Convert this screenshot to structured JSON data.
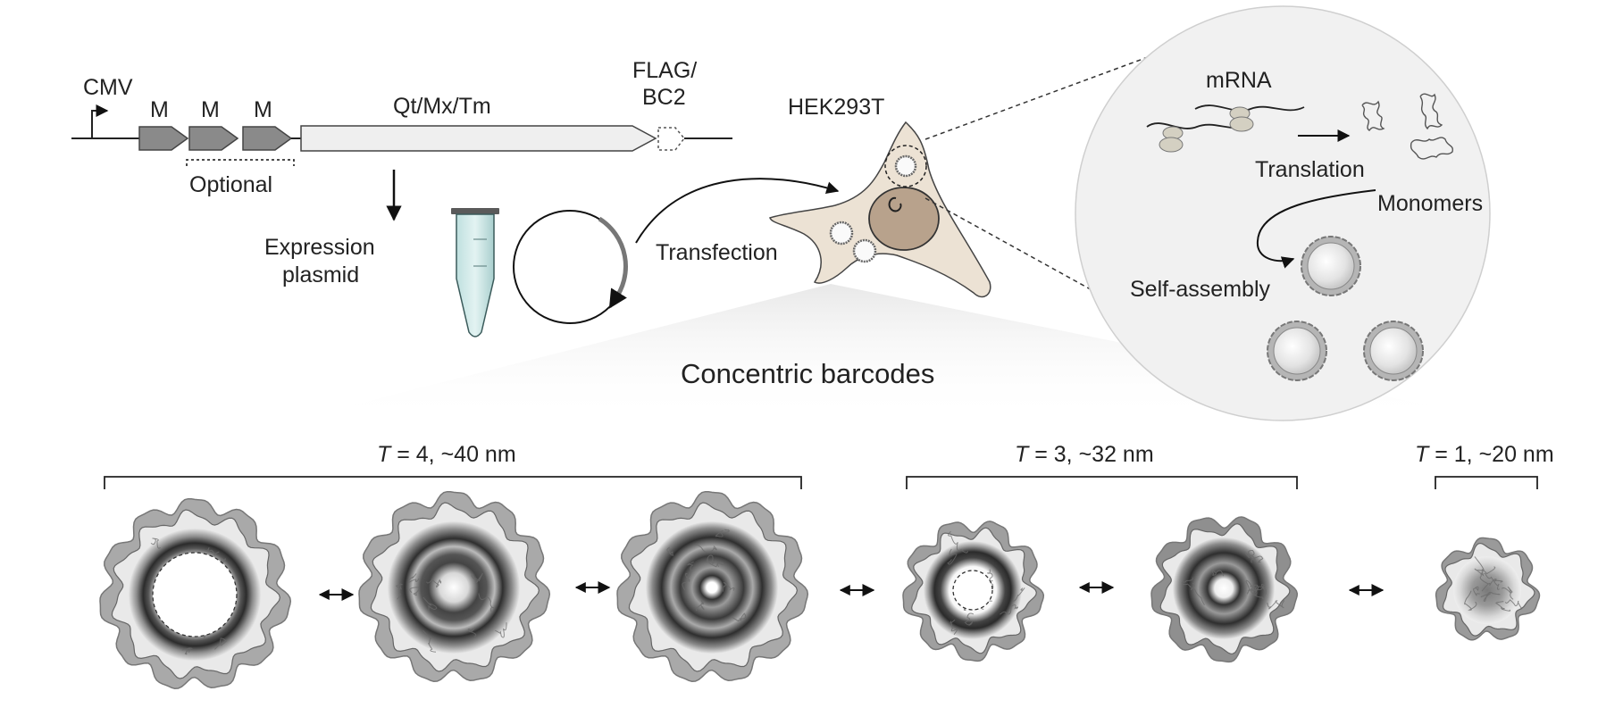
{
  "construct": {
    "promoter": "CMV",
    "tags": [
      "M",
      "M",
      "M"
    ],
    "optional": "Optional",
    "gene": "Qt/Mx/Tm",
    "flag_line1": "FLAG/",
    "flag_line2": "BC2"
  },
  "plasmid": {
    "line1": "Expression",
    "line2": "plasmid"
  },
  "transfection": "Transfection",
  "cell": "HEK293T",
  "inset": {
    "mrna": "mRNA",
    "translation": "Translation",
    "monomers": "Monomers",
    "self_assembly": "Self-assembly"
  },
  "title": "Concentric barcodes",
  "groups": [
    {
      "t_symbol": "T",
      "rest": " = 4, ~40 nm"
    },
    {
      "t_symbol": "T",
      "rest": " = 3, ~32 nm"
    },
    {
      "t_symbol": "T",
      "rest": " = 1, ~20 nm"
    }
  ],
  "colors": {
    "gene_fill": "#efefef",
    "tag_fill": "#8a8a8a",
    "cell_fill": "#ece2d4",
    "nucleus_fill": "#b8a28c",
    "inset_fill": "#f1f1f1",
    "shell_fill": "#a9a9a9",
    "core_light": "#f2f2f2",
    "band_dark": "#333333"
  }
}
